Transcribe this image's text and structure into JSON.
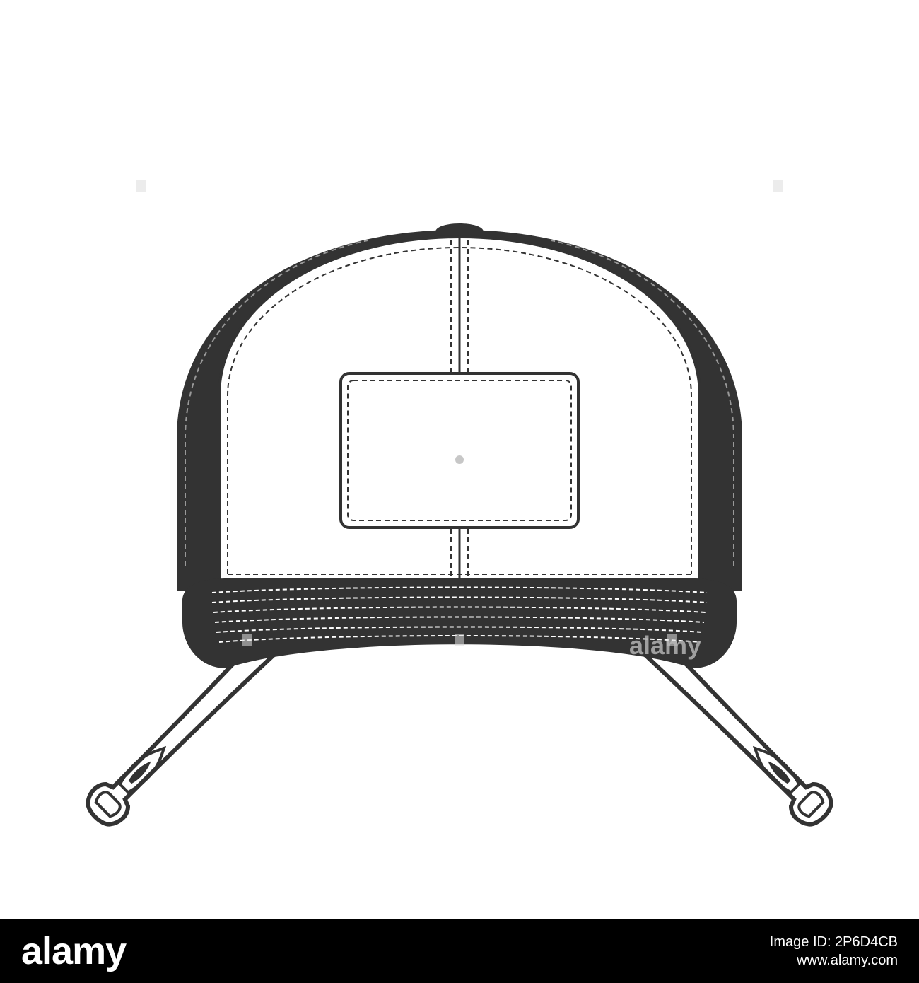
{
  "illustration": {
    "subject": "baseball-cap-crossed-bats",
    "colors": {
      "ink": "#333333",
      "background": "#ffffff",
      "bar": "#000000"
    },
    "icons": [
      "baseball-bat-icon",
      "baseball-cap-icon",
      "blank-patch-icon"
    ]
  },
  "watermark": {
    "text": "alamy"
  },
  "footer": {
    "logo_text": "alamy",
    "image_id_label": "Image ID: 2P6D4CB",
    "site_url": "www.alamy.com"
  }
}
